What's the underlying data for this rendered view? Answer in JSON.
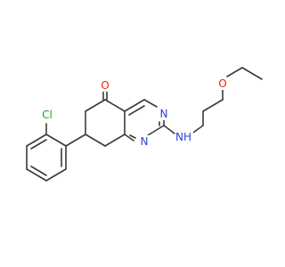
{
  "molecule": {
    "background": "#ffffff",
    "bond_color": "#3a3a3a",
    "atoms": [
      {
        "id": "O",
        "label": "O",
        "color": "#e8241b"
      },
      {
        "id": "N1",
        "label": "N",
        "color": "#2b3fd6"
      },
      {
        "id": "N2",
        "label": "N",
        "color": "#2b3fd6"
      },
      {
        "id": "NH",
        "label": "NH",
        "color": "#2b3fd6"
      },
      {
        "id": "O2",
        "label": "O",
        "color": "#e8241b"
      },
      {
        "id": "Cl",
        "label": "Cl",
        "color": "#2aa02a"
      }
    ]
  }
}
